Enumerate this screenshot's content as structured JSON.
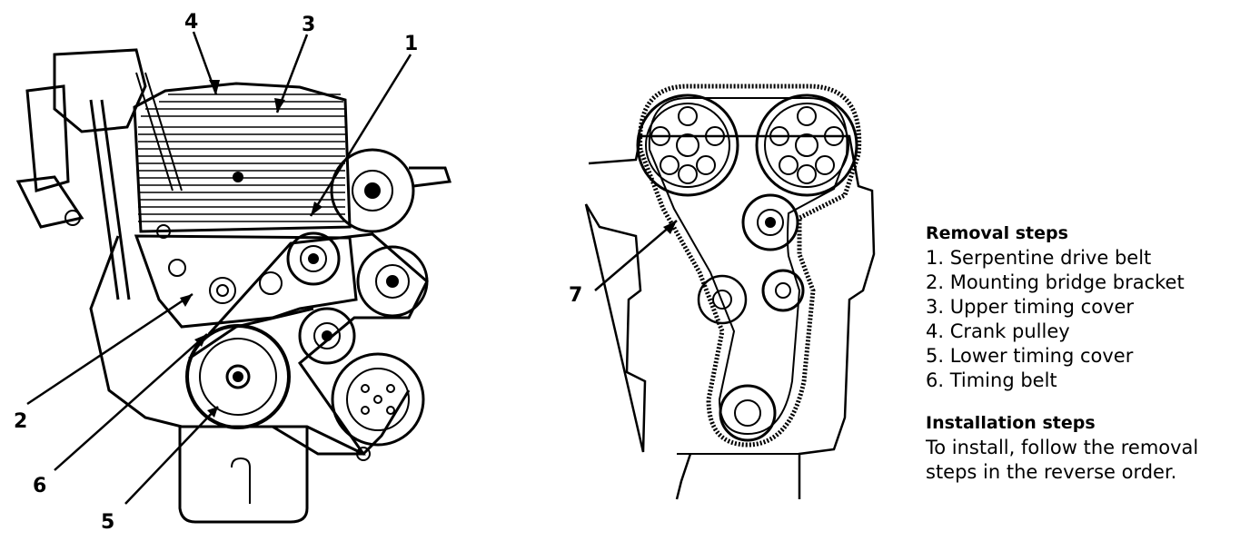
{
  "callouts": {
    "c1": "1",
    "c2": "2",
    "c3": "3",
    "c4": "4",
    "c5": "5",
    "c6": "6",
    "c7": "7"
  },
  "removal": {
    "heading": "Removal steps",
    "items": [
      "1. Serpentine drive belt",
      "2. Mounting bridge bracket",
      "3. Upper timing cover",
      "4. Crank pulley",
      "5. Lower timing cover",
      "6. Timing belt"
    ]
  },
  "installation": {
    "heading": "Installation steps",
    "lines": [
      "To install, follow the removal",
      "steps in the reverse order."
    ]
  },
  "colors": {
    "ink": "#000000",
    "paper": "#ffffff"
  }
}
